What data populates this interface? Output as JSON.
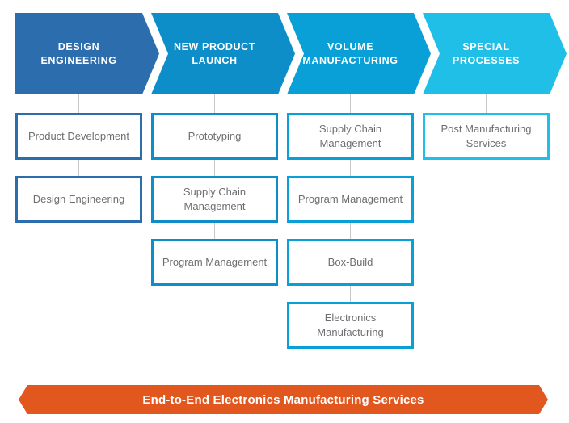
{
  "diagram": {
    "title_banner": "End-to-End Electronics Manufacturing Services",
    "columns": [
      {
        "id": "design-engineering",
        "header": "DESIGN ENGINEERING",
        "color": "#2b6dad",
        "boxes": [
          "Product Development",
          "Design Engineering"
        ]
      },
      {
        "id": "new-product-launch",
        "header": "NEW PRODUCT LAUNCH",
        "color": "#0e8ec8",
        "boxes": [
          "Prototyping",
          "Supply Chain Management",
          "Program Management"
        ]
      },
      {
        "id": "volume-manufacturing",
        "header": "VOLUME MANUFACTURING",
        "color": "#08a0d6",
        "boxes": [
          "Supply Chain Management",
          "Program Management",
          "Box-Build",
          "Electronics Manufacturing"
        ]
      },
      {
        "id": "special-processes",
        "header": "SPECIAL PROCESSES",
        "color": "#1fbfe7",
        "boxes": [
          "Post Manufacturing Services"
        ]
      }
    ],
    "theme": {
      "banner_color": "#e2571d",
      "connector_color": "#c8c8c8",
      "box_text_color": "#6d6e71",
      "header_text_color": "#ffffff",
      "background_color": "#ffffff"
    }
  }
}
